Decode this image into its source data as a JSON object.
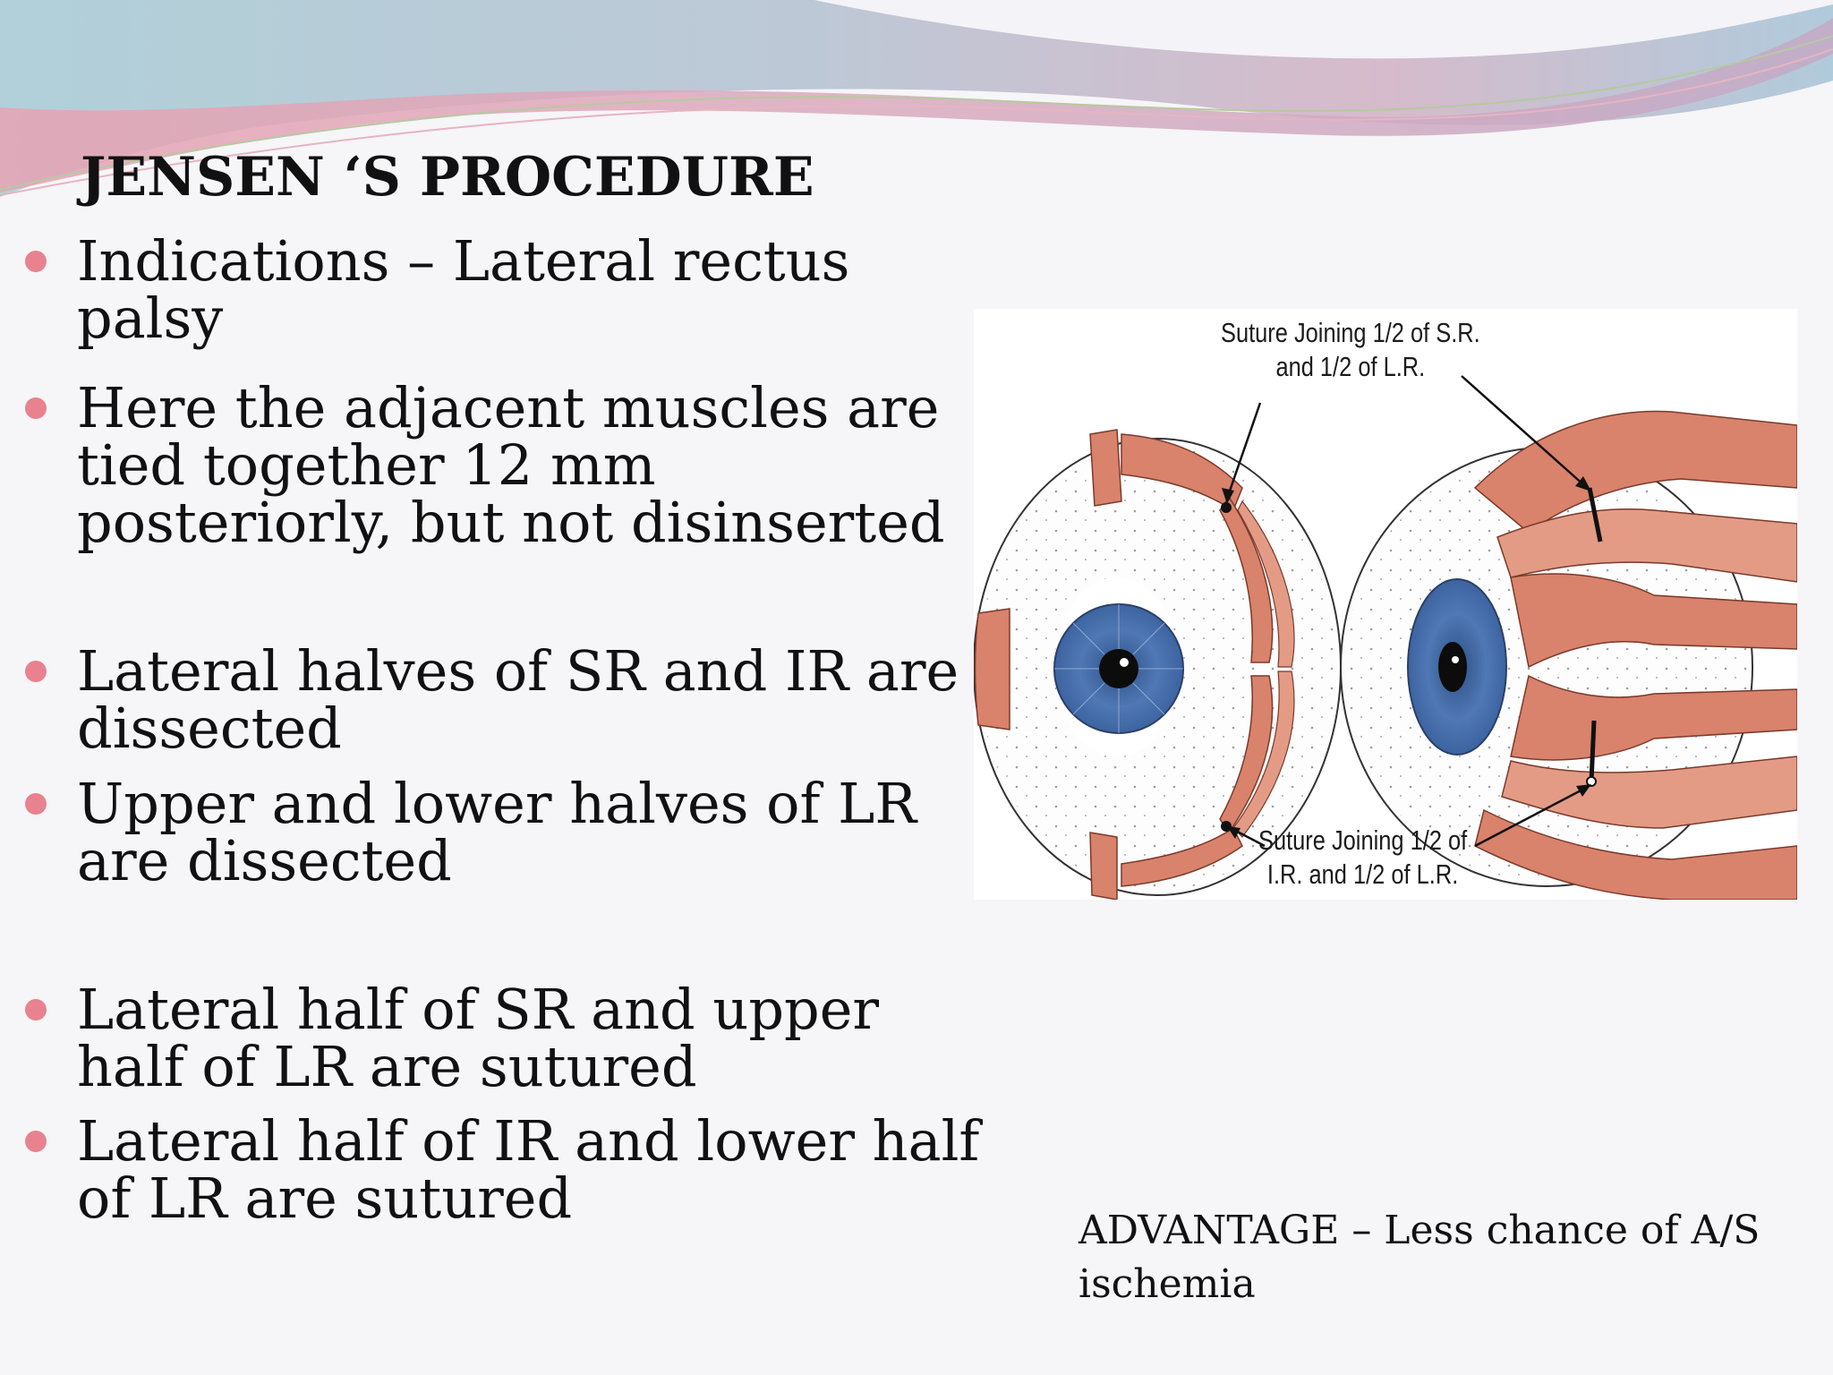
{
  "slide": {
    "title": "JENSEN ‘S PROCEDURE",
    "bullets": [
      "Indications – Lateral rectus palsy",
      "Here the adjacent muscles are tied together  12 mm posteriorly, but not disinserted",
      "Lateral halves of SR and IR  are dissected",
      "Upper and lower halves of LR are dissected",
      "Lateral half of SR and upper half of LR are sutured",
      "Lateral half of IR and lower half of LR are sutured"
    ],
    "advantage": "ADVANTAGE – Less chance of A/S ischemia"
  },
  "figure": {
    "label_top_line1": "Suture Joining 1/2 of S.R.",
    "label_top_line2": "and 1/2 of L.R.",
    "label_bottom_line1": "Suture Joining 1/2 of",
    "label_bottom_line2": "I.R. and 1/2 of L.R."
  },
  "colors": {
    "background": "#f6f5f8",
    "bullet": "#e8828e",
    "iris": "#4f78b4",
    "muscle": "#d9826c",
    "wave_pink": "#e3a6b6",
    "wave_teal": "#9bc7cf"
  }
}
